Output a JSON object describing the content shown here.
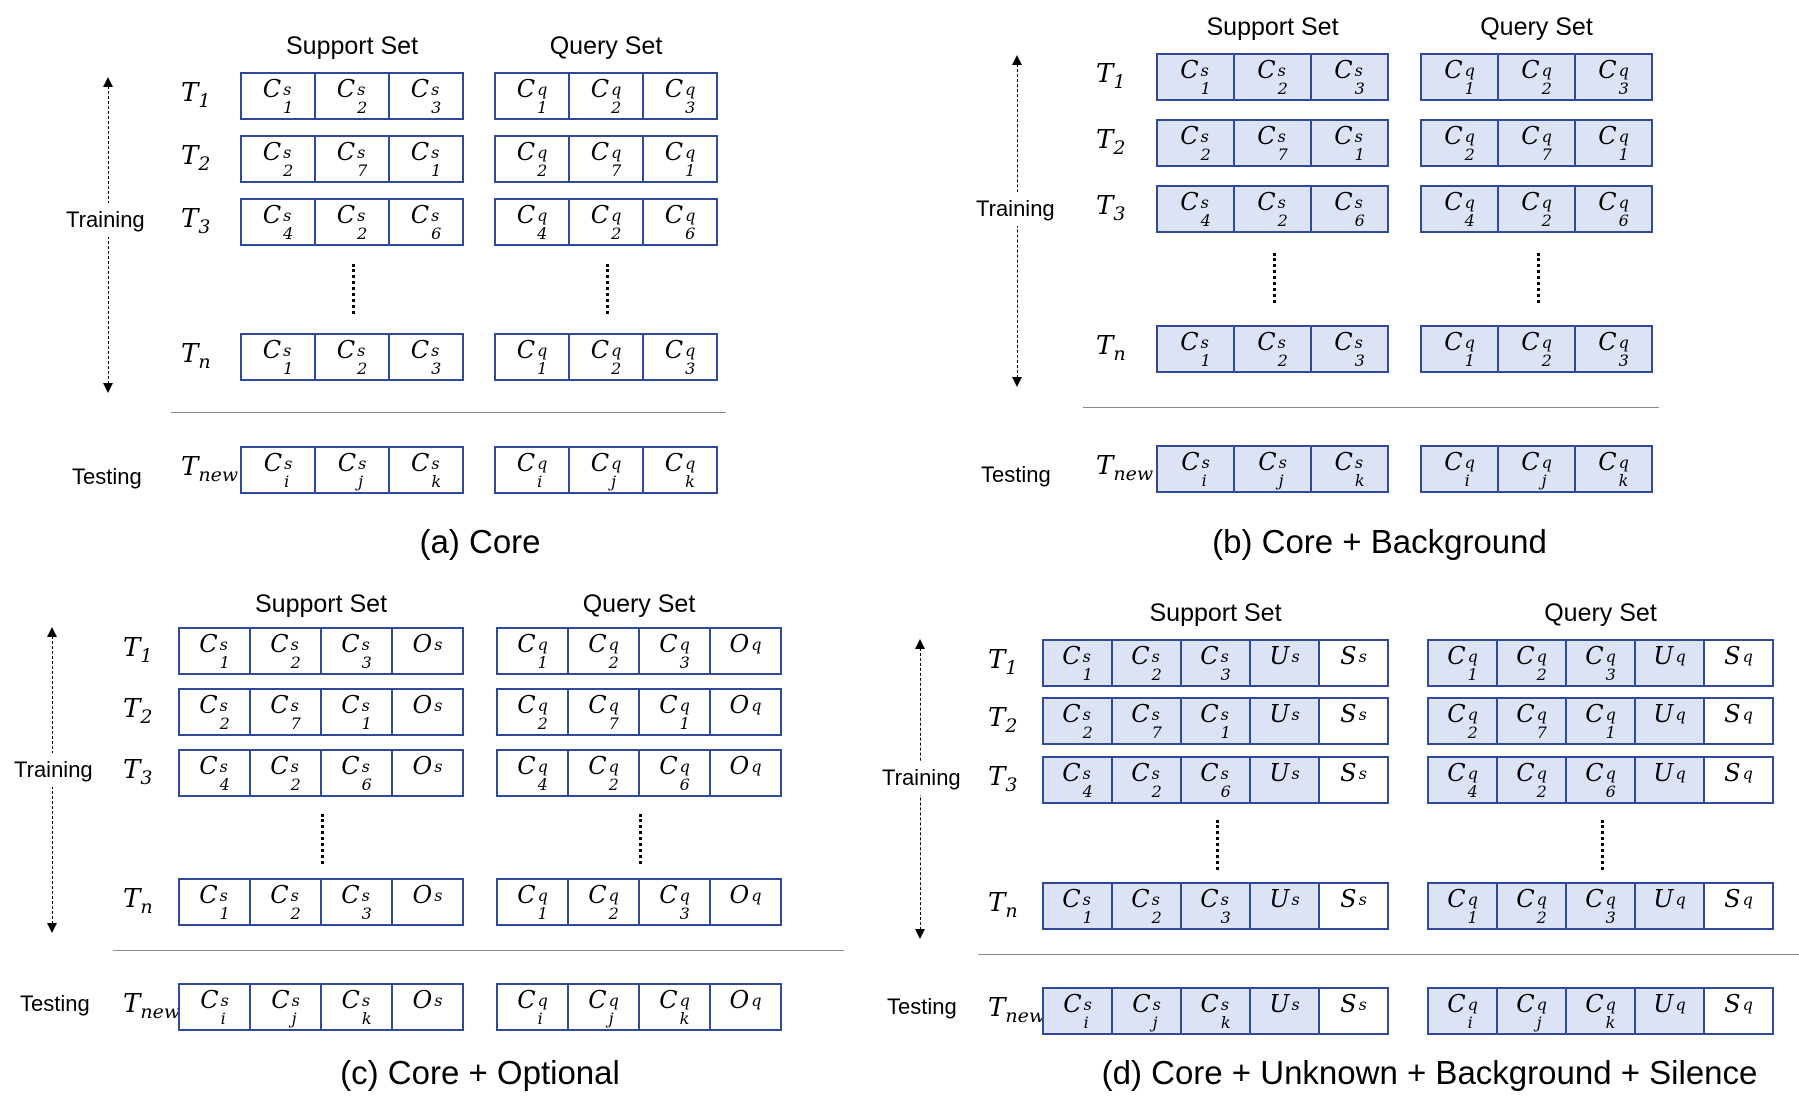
{
  "colors": {
    "cell_border": "#2f4a9a",
    "cell_fill": "#dbe3f4",
    "divider": "#8a8a8a"
  },
  "labels": {
    "support_set": "Support Set",
    "query_set": "Query Set",
    "training": "Training",
    "testing": "Testing",
    "vertical_ellipsis": "⋮"
  },
  "task_labels": [
    {
      "base": "T",
      "sub": "1"
    },
    {
      "base": "T",
      "sub": "2"
    },
    {
      "base": "T",
      "sub": "3"
    },
    {
      "base": "T",
      "sub": "n"
    },
    {
      "base": "T",
      "sub": "new"
    }
  ],
  "panels": [
    {
      "id": "a",
      "caption": "(a) Core",
      "filled": false,
      "rows": [
        {
          "support": [
            [
              "C",
              "1",
              "s"
            ],
            [
              "C",
              "2",
              "s"
            ],
            [
              "C",
              "3",
              "s"
            ]
          ],
          "query": [
            [
              "C",
              "1",
              "q"
            ],
            [
              "C",
              "2",
              "q"
            ],
            [
              "C",
              "3",
              "q"
            ]
          ]
        },
        {
          "support": [
            [
              "C",
              "2",
              "s"
            ],
            [
              "C",
              "7",
              "s"
            ],
            [
              "C",
              "1",
              "s"
            ]
          ],
          "query": [
            [
              "C",
              "2",
              "q"
            ],
            [
              "C",
              "7",
              "q"
            ],
            [
              "C",
              "1",
              "q"
            ]
          ]
        },
        {
          "support": [
            [
              "C",
              "4",
              "s"
            ],
            [
              "C",
              "2",
              "s"
            ],
            [
              "C",
              "6",
              "s"
            ]
          ],
          "query": [
            [
              "C",
              "4",
              "q"
            ],
            [
              "C",
              "2",
              "q"
            ],
            [
              "C",
              "6",
              "q"
            ]
          ]
        },
        {
          "support": [
            [
              "C",
              "1",
              "s"
            ],
            [
              "C",
              "2",
              "s"
            ],
            [
              "C",
              "3",
              "s"
            ]
          ],
          "query": [
            [
              "C",
              "1",
              "q"
            ],
            [
              "C",
              "2",
              "q"
            ],
            [
              "C",
              "3",
              "q"
            ]
          ]
        },
        {
          "support": [
            [
              "C",
              "i",
              "s"
            ],
            [
              "C",
              "j",
              "s"
            ],
            [
              "C",
              "k",
              "s"
            ]
          ],
          "query": [
            [
              "C",
              "i",
              "q"
            ],
            [
              "C",
              "j",
              "q"
            ],
            [
              "C",
              "k",
              "q"
            ]
          ]
        }
      ]
    },
    {
      "id": "b",
      "caption": "(b) Core + Background",
      "filled": true,
      "rows": [
        {
          "support": [
            [
              "C",
              "1",
              "s"
            ],
            [
              "C",
              "2",
              "s"
            ],
            [
              "C",
              "3",
              "s"
            ]
          ],
          "query": [
            [
              "C",
              "1",
              "q"
            ],
            [
              "C",
              "2",
              "q"
            ],
            [
              "C",
              "3",
              "q"
            ]
          ]
        },
        {
          "support": [
            [
              "C",
              "2",
              "s"
            ],
            [
              "C",
              "7",
              "s"
            ],
            [
              "C",
              "1",
              "s"
            ]
          ],
          "query": [
            [
              "C",
              "2",
              "q"
            ],
            [
              "C",
              "7",
              "q"
            ],
            [
              "C",
              "1",
              "q"
            ]
          ]
        },
        {
          "support": [
            [
              "C",
              "4",
              "s"
            ],
            [
              "C",
              "2",
              "s"
            ],
            [
              "C",
              "6",
              "s"
            ]
          ],
          "query": [
            [
              "C",
              "4",
              "q"
            ],
            [
              "C",
              "2",
              "q"
            ],
            [
              "C",
              "6",
              "q"
            ]
          ]
        },
        {
          "support": [
            [
              "C",
              "1",
              "s"
            ],
            [
              "C",
              "2",
              "s"
            ],
            [
              "C",
              "3",
              "s"
            ]
          ],
          "query": [
            [
              "C",
              "1",
              "q"
            ],
            [
              "C",
              "2",
              "q"
            ],
            [
              "C",
              "3",
              "q"
            ]
          ]
        },
        {
          "support": [
            [
              "C",
              "i",
              "s"
            ],
            [
              "C",
              "j",
              "s"
            ],
            [
              "C",
              "k",
              "s"
            ]
          ],
          "query": [
            [
              "C",
              "i",
              "q"
            ],
            [
              "C",
              "j",
              "q"
            ],
            [
              "C",
              "k",
              "q"
            ]
          ]
        }
      ]
    },
    {
      "id": "c",
      "caption": "(c) Core + Optional",
      "filled": false,
      "rows": [
        {
          "support": [
            [
              "C",
              "1",
              "s"
            ],
            [
              "C",
              "2",
              "s"
            ],
            [
              "C",
              "3",
              "s"
            ],
            [
              "O",
              "",
              "s"
            ]
          ],
          "query": [
            [
              "C",
              "1",
              "q"
            ],
            [
              "C",
              "2",
              "q"
            ],
            [
              "C",
              "3",
              "q"
            ],
            [
              "O",
              "",
              "q"
            ]
          ]
        },
        {
          "support": [
            [
              "C",
              "2",
              "s"
            ],
            [
              "C",
              "7",
              "s"
            ],
            [
              "C",
              "1",
              "s"
            ],
            [
              "O",
              "",
              "s"
            ]
          ],
          "query": [
            [
              "C",
              "2",
              "q"
            ],
            [
              "C",
              "7",
              "q"
            ],
            [
              "C",
              "1",
              "q"
            ],
            [
              "O",
              "",
              "q"
            ]
          ]
        },
        {
          "support": [
            [
              "C",
              "4",
              "s"
            ],
            [
              "C",
              "2",
              "s"
            ],
            [
              "C",
              "6",
              "s"
            ],
            [
              "O",
              "",
              "s"
            ]
          ],
          "query": [
            [
              "C",
              "4",
              "q"
            ],
            [
              "C",
              "2",
              "q"
            ],
            [
              "C",
              "6",
              "q"
            ],
            [
              "O",
              "",
              "q"
            ]
          ]
        },
        {
          "support": [
            [
              "C",
              "1",
              "s"
            ],
            [
              "C",
              "2",
              "s"
            ],
            [
              "C",
              "3",
              "s"
            ],
            [
              "O",
              "",
              "s"
            ]
          ],
          "query": [
            [
              "C",
              "1",
              "q"
            ],
            [
              "C",
              "2",
              "q"
            ],
            [
              "C",
              "3",
              "q"
            ],
            [
              "O",
              "",
              "q"
            ]
          ]
        },
        {
          "support": [
            [
              "C",
              "i",
              "s"
            ],
            [
              "C",
              "j",
              "s"
            ],
            [
              "C",
              "k",
              "s"
            ],
            [
              "O",
              "",
              "s"
            ]
          ],
          "query": [
            [
              "C",
              "i",
              "q"
            ],
            [
              "C",
              "j",
              "q"
            ],
            [
              "C",
              "k",
              "q"
            ],
            [
              "O",
              "",
              "q"
            ]
          ]
        }
      ]
    },
    {
      "id": "d",
      "caption": "(d) Core + Unknown + Background + Silence",
      "filled": true,
      "rows": [
        {
          "support": [
            [
              "C",
              "1",
              "s"
            ],
            [
              "C",
              "2",
              "s"
            ],
            [
              "C",
              "3",
              "s"
            ],
            [
              "U",
              "",
              "s"
            ],
            [
              "S",
              "",
              "s"
            ]
          ],
          "query": [
            [
              "C",
              "1",
              "q"
            ],
            [
              "C",
              "2",
              "q"
            ],
            [
              "C",
              "3",
              "q"
            ],
            [
              "U",
              "",
              "q"
            ],
            [
              "S",
              "",
              "q"
            ]
          ]
        },
        {
          "support": [
            [
              "C",
              "2",
              "s"
            ],
            [
              "C",
              "7",
              "s"
            ],
            [
              "C",
              "1",
              "s"
            ],
            [
              "U",
              "",
              "s"
            ],
            [
              "S",
              "",
              "s"
            ]
          ],
          "query": [
            [
              "C",
              "2",
              "q"
            ],
            [
              "C",
              "7",
              "q"
            ],
            [
              "C",
              "1",
              "q"
            ],
            [
              "U",
              "",
              "q"
            ],
            [
              "S",
              "",
              "q"
            ]
          ]
        },
        {
          "support": [
            [
              "C",
              "4",
              "s"
            ],
            [
              "C",
              "2",
              "s"
            ],
            [
              "C",
              "6",
              "s"
            ],
            [
              "U",
              "",
              "s"
            ],
            [
              "S",
              "",
              "s"
            ]
          ],
          "query": [
            [
              "C",
              "4",
              "q"
            ],
            [
              "C",
              "2",
              "q"
            ],
            [
              "C",
              "6",
              "q"
            ],
            [
              "U",
              "",
              "q"
            ],
            [
              "S",
              "",
              "q"
            ]
          ]
        },
        {
          "support": [
            [
              "C",
              "1",
              "s"
            ],
            [
              "C",
              "2",
              "s"
            ],
            [
              "C",
              "3",
              "s"
            ],
            [
              "U",
              "",
              "s"
            ],
            [
              "S",
              "",
              "s"
            ]
          ],
          "query": [
            [
              "C",
              "1",
              "q"
            ],
            [
              "C",
              "2",
              "q"
            ],
            [
              "C",
              "3",
              "q"
            ],
            [
              "U",
              "",
              "q"
            ],
            [
              "S",
              "",
              "q"
            ]
          ]
        },
        {
          "support": [
            [
              "C",
              "i",
              "s"
            ],
            [
              "C",
              "j",
              "s"
            ],
            [
              "C",
              "k",
              "s"
            ],
            [
              "U",
              "",
              "s"
            ],
            [
              "S",
              "",
              "s"
            ]
          ],
          "query": [
            [
              "C",
              "i",
              "q"
            ],
            [
              "C",
              "j",
              "q"
            ],
            [
              "C",
              "k",
              "q"
            ],
            [
              "U",
              "",
              "q"
            ],
            [
              "S",
              "",
              "q"
            ]
          ]
        }
      ]
    }
  ]
}
